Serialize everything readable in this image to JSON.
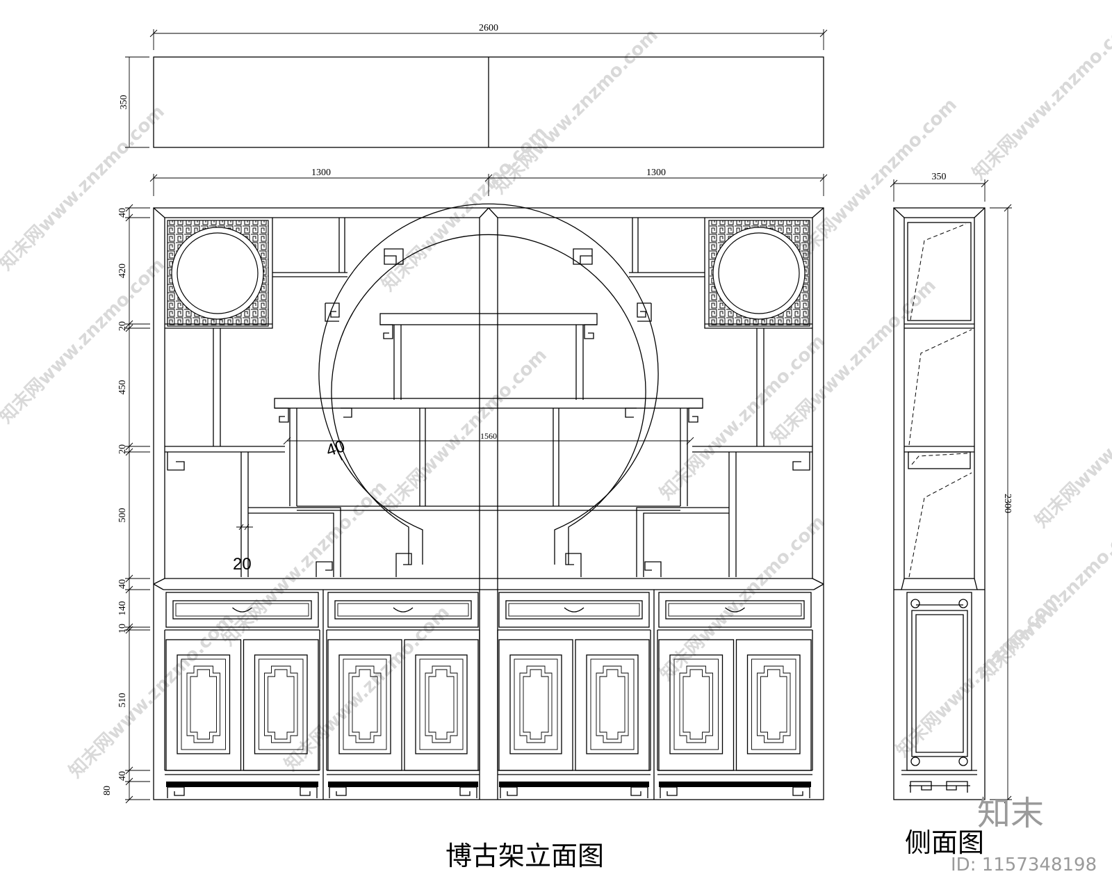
{
  "titles": {
    "front_elevation": "博古架立面图",
    "side_elevation": "侧面图"
  },
  "dimensions": {
    "top_total_width": "2600",
    "top_depth": "350",
    "left_half_width": "1300",
    "right_half_width": "1300",
    "side_width": "350",
    "side_height": "2300",
    "circle_span": "1560",
    "ring_width": "40",
    "shelf_thickness": "20"
  },
  "vertical_dimensions": [
    "40",
    "420",
    "20",
    "450",
    "20",
    "500",
    "40",
    "140",
    "10",
    "510",
    "40",
    "80"
  ],
  "watermark": {
    "site_text": "知末网www.znzmo.com",
    "logo": "知末",
    "id": "ID: 1157348198"
  }
}
